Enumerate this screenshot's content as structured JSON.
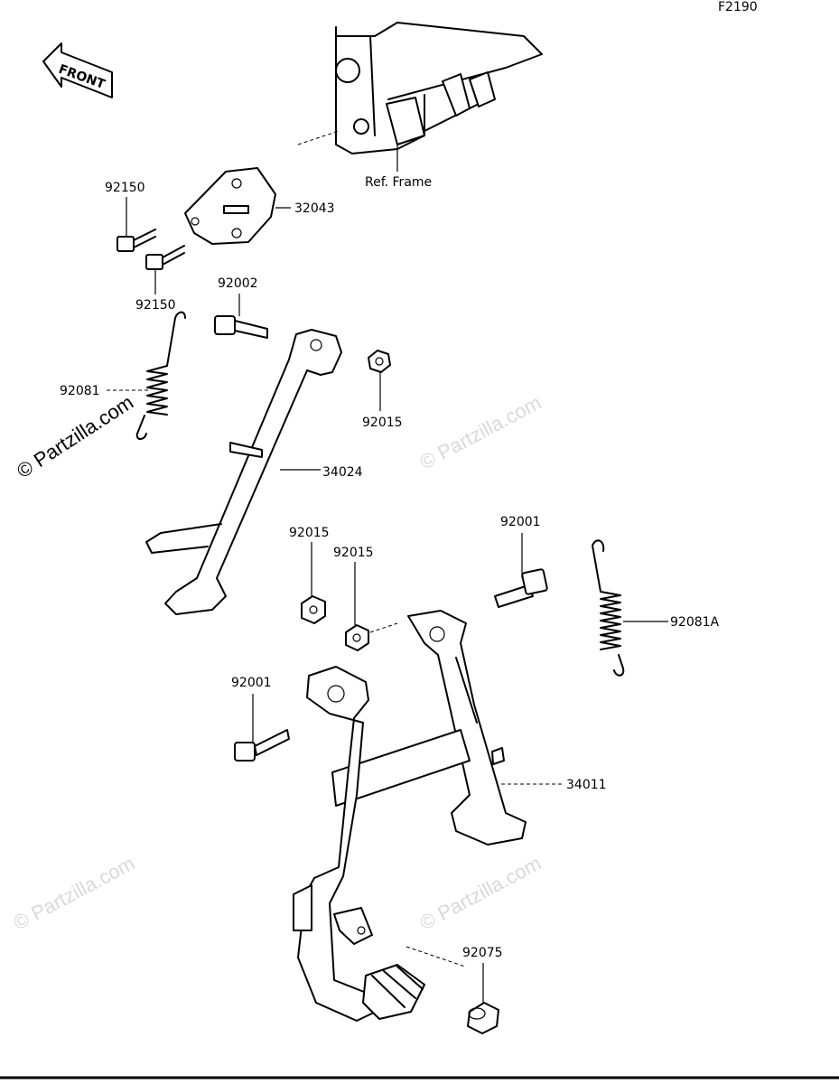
{
  "figure_code": "F2190",
  "front_label": "FRONT",
  "ref_label": "Ref. Frame",
  "watermark": "© Partzilla.com",
  "parts": {
    "p32043": "32043",
    "p92150a": "92150",
    "p92150b": "92150",
    "p92002": "92002",
    "p92081": "92081",
    "p92015a": "92015",
    "p34024": "34024",
    "p92015b": "92015",
    "p92015c": "92015",
    "p92001a": "92001",
    "p92081A": "92081A",
    "p92001b": "92001",
    "p34011": "34011",
    "p92075": "92075"
  }
}
